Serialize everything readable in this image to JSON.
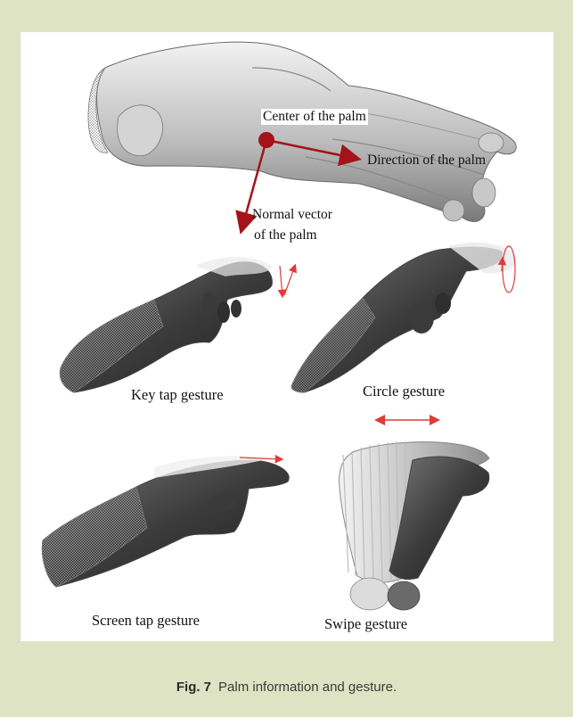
{
  "figure": {
    "annotations": {
      "center": "Center of the palm",
      "direction": "Direction of the palm",
      "normal_line1": "Normal vector",
      "normal_line2": "of the palm"
    },
    "gestures": {
      "key_tap": "Key tap gesture",
      "circle": "Circle gesture",
      "screen_tap": "Screen tap gesture",
      "swipe": "Swipe gesture"
    },
    "colors": {
      "background": "#dde3c3",
      "arrow": "#a5121a",
      "motion": "#e23a3a"
    }
  },
  "caption": {
    "label": "Fig. 7",
    "text": "Palm information and gesture."
  }
}
